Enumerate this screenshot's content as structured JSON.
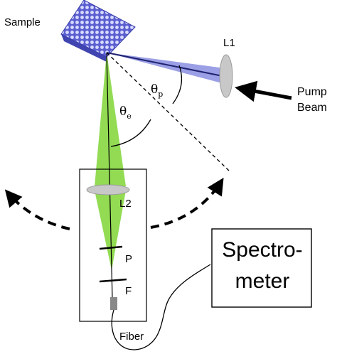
{
  "labels": {
    "sample": "Sample",
    "l1": "L1",
    "pump_line1": "Pump",
    "pump_line2": "Beam",
    "theta_p_base": "θ",
    "theta_p_sub": "p",
    "theta_e_base": "θ",
    "theta_e_sub": "e",
    "l2": "L2",
    "p": "P",
    "f": "F",
    "fiber": "Fiber",
    "spectrometer_line1": "Spectro-",
    "spectrometer_line2": "meter"
  },
  "colors": {
    "sample": "#6b6fd8",
    "pump_beam": "#8a8ee0",
    "emission_beam": "#8cd94a",
    "lens": "#c8c8c8",
    "fiber_tip": "#888888",
    "line": "#000000"
  }
}
